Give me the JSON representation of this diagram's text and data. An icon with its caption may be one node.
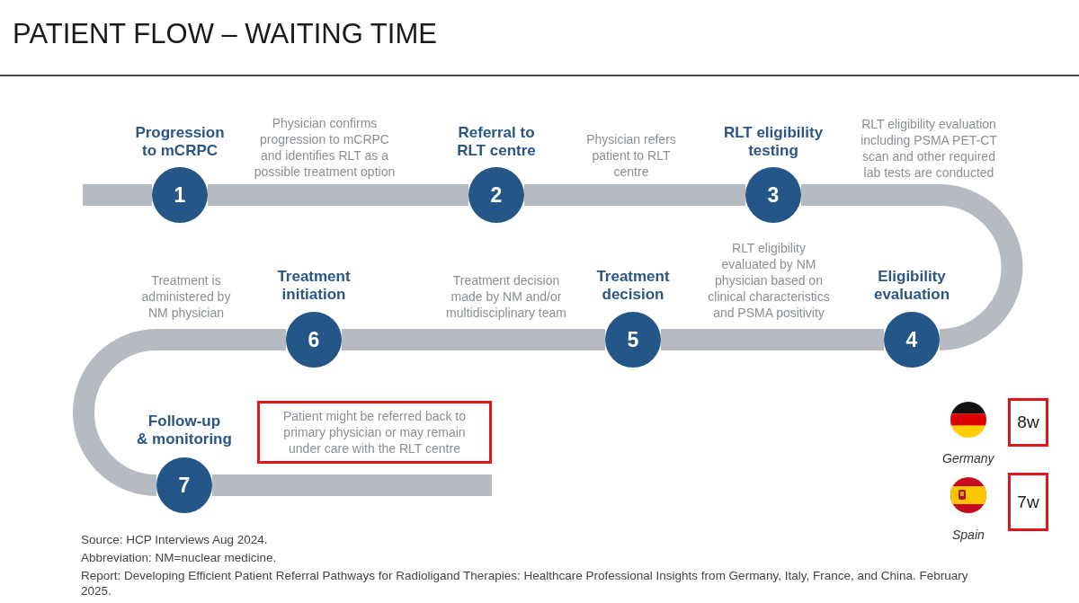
{
  "diagram": {
    "title": "PATIENT FLOW – WAITING TIME",
    "nodes": [
      {
        "text": [
          "Progression to mCRPC",
          "1"
        ]
      },
      {
        "text": [
          "Referral to RLT centre",
          "2"
        ]
      },
      {
        "text": [
          "RLT eligibility testing",
          "3"
        ]
      },
      {
        "text": [
          "Eligibility evaluation",
          "4"
        ]
      },
      {
        "text": [
          "Treatment decision",
          "5"
        ]
      },
      {
        "text": [
          "Treatment initiation",
          "6"
        ]
      },
      {
        "text": [
          "Follow-up & monitoring",
          "7"
        ]
      },
      {
        "text": [
          "Patient might be referred back to primary physician or may remain under care with the RLT centre"
        ]
      },
      {
        "text": [
          "8w"
        ],
        "beside": [
          "Germany"
        ]
      },
      {
        "text": [
          "7w"
        ],
        "beside": [
          "Spain"
        ]
      }
    ],
    "edges": [
      {
        "from": null,
        "to": 0,
        "arrow": "none"
      },
      {
        "from": 0,
        "to": 1,
        "arrow": "none"
      },
      {
        "from": 1,
        "to": 2,
        "arrow": "none"
      },
      {
        "from": 2,
        "to": 3,
        "arrow": "none"
      },
      {
        "from": 3,
        "to": 4,
        "arrow": "none"
      },
      {
        "from": 4,
        "to": 5,
        "arrow": "none"
      },
      {
        "from": 5,
        "to": 6,
        "arrow": "none"
      },
      {
        "from": 6,
        "to": 7,
        "arrow": "none"
      }
    ],
    "labels": [
      "Physician confirms progression to mCRPC and identifies RLT as a possible treatment option",
      "Physician refers patient to RLT centre",
      "RLT eligibility evaluation including PSMA PET-CT scan and other required lab tests are conducted",
      "Treatment is administered by NM physician",
      "Treatment decision made by NM and/or multidisciplinary team",
      "RLT eligibility evaluated by NM physician based on clinical characteristics and PSMA positivity",
      "Source: HCP Interviews Aug 2024.",
      "Abbreviation: NM=nuclear medicine.",
      "Report: Developing Efficient Patient Referral Pathways for Radioligand Therapies: Healthcare Professional Insights from Germany, Italy, France, and China. February 2025."
    ]
  }
}
